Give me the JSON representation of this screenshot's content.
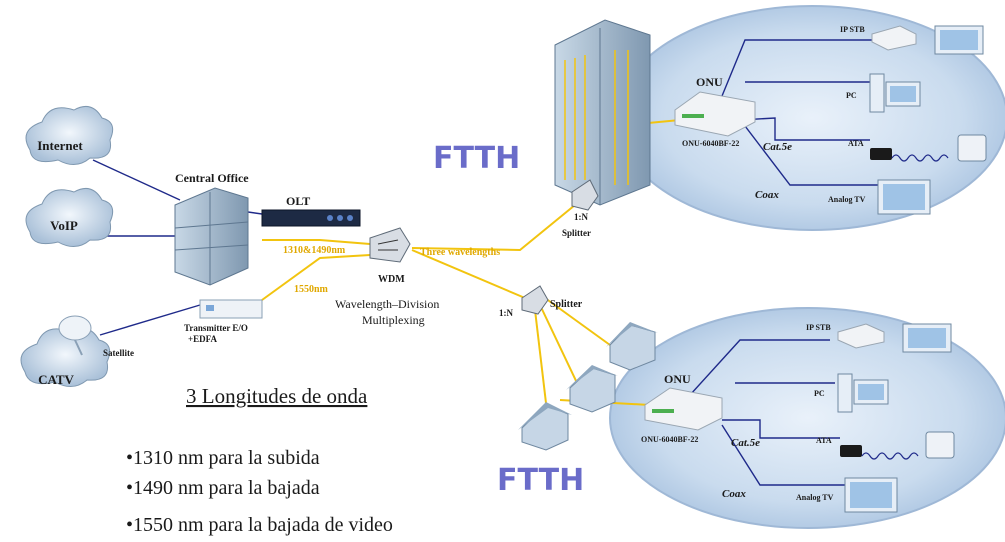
{
  "clouds": {
    "internet": "Internet",
    "voip": "VoIP",
    "catv": "CATV"
  },
  "labels": {
    "central_office": "Central Office",
    "olt": "OLT",
    "wl_1310_1490": "1310&1490nm",
    "wl_1550": "1550nm",
    "wdm": "WDM",
    "three_wavelengths": "Three wavelengths",
    "wdm_desc_1": "Wavelength–Division",
    "wdm_desc_2": "Multiplexing",
    "transmitter_1": "Transmitter E/O",
    "transmitter_2": "+EDFA",
    "satellite": "Satellite",
    "ftth": "FTTH",
    "splitter": "Splitter",
    "ratio": "1:N"
  },
  "premises_top": {
    "onu": "ONU",
    "onu_model": "ONU-6040BF-22",
    "ip_stb": "IP STB",
    "pc": "PC",
    "ata": "ATA",
    "cat5e": "Cat.5e",
    "coax": "Coax",
    "analog_tv": "Analog TV"
  },
  "premises_bottom": {
    "onu": "ONU",
    "onu_model": "ONU-6040BF-22",
    "ip_stb": "IP STB",
    "pc": "PC",
    "ata": "ATA",
    "cat5e": "Cat.5e",
    "coax": "Coax",
    "analog_tv": "Analog TV"
  },
  "notes": {
    "heading": "3 Longitudes de onda",
    "bullets": [
      "•1310 nm para la subida",
      "•1490 nm para la bajada",
      "•1550 nm para la bajada de video"
    ]
  },
  "colors": {
    "fiber": "#f2c40f",
    "copper": "#1f2a8a",
    "ellipse": "#bcd2ea",
    "ftth": "#6a6cc9"
  }
}
